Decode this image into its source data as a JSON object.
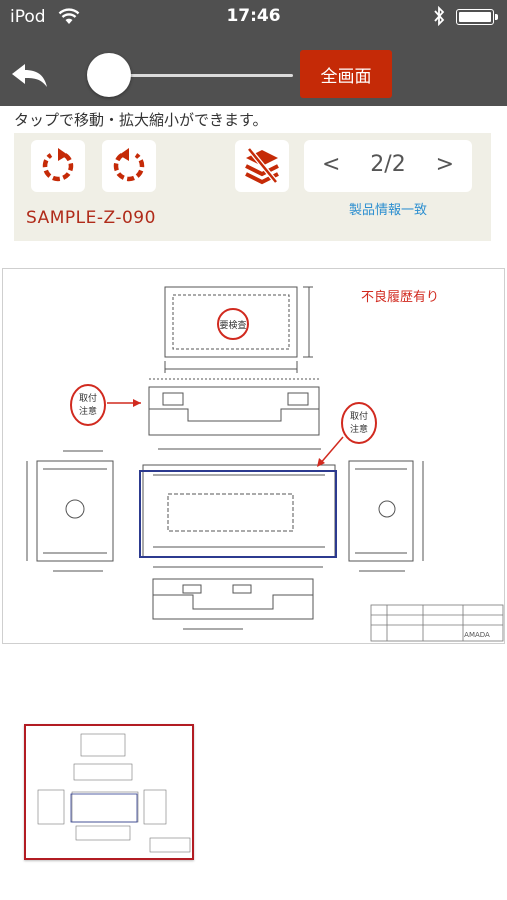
{
  "status_bar": {
    "carrier": "iPod",
    "time": "17:46"
  },
  "toolbar": {
    "fullscreen_label": "全画面",
    "zoom_level": 0.1
  },
  "hint": "タップで移動・拡大縮小ができます。",
  "panel": {
    "model_code": "SAMPLE-Z-090",
    "pager": {
      "prev": "<",
      "page": "2/2",
      "next": ">"
    },
    "product_info_link": "製品情報一致"
  },
  "drawing": {
    "defect_note": "不良履歴有り",
    "callout_left": [
      "取付",
      "注意"
    ],
    "callout_right": [
      "取付",
      "注意"
    ],
    "inspection_stamp": "要検査",
    "title_block_label": "AMADA"
  },
  "colors": {
    "accent_red": "#c52a07",
    "bar_gray": "#505050",
    "panel_beige": "#f0efe6",
    "link_blue": "#2d8fd0",
    "highlight_blue": "#2c3a8f"
  }
}
